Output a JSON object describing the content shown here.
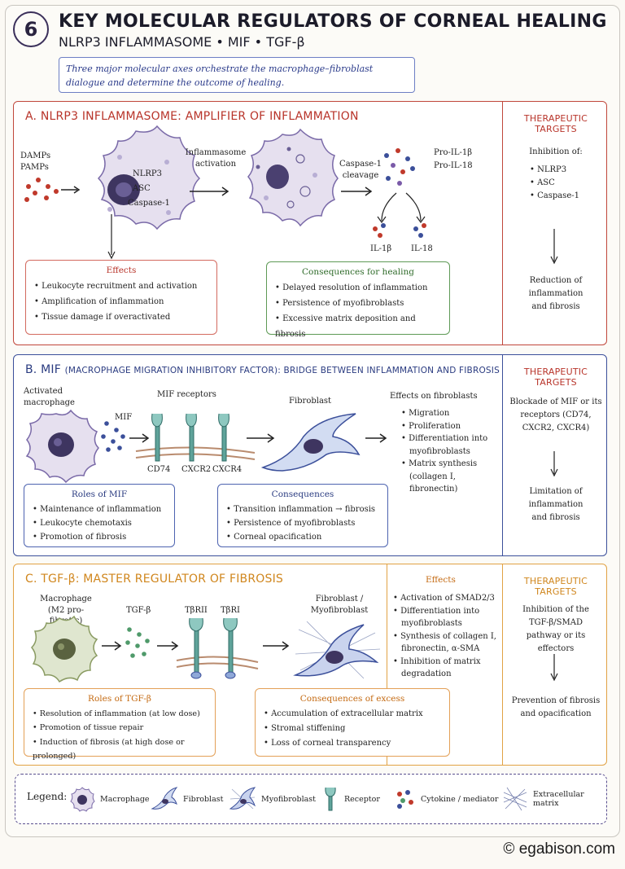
{
  "header": {
    "number": "6",
    "title": "KEY MOLECULAR REGULATORS OF CORNEAL HEALING",
    "subtitle": "NLRP3 INFLAMMASOME • MIF • TGF-β",
    "intro": "Three major molecular axes orchestrate the macrophage–fibroblast dialogue and determine the outcome of healing."
  },
  "section_a": {
    "title": "A. NLRP3 INFLAMMASOME: AMPLIFIER OF INFLAMMATION",
    "inputs": [
      "DAMPs",
      "PAMPs"
    ],
    "cell_labels": [
      "NLRP3",
      "ASC",
      "Caspase-1"
    ],
    "step1": "Inflammasome activation",
    "step2": "Caspase-1 cleavage",
    "pro_cytokines": [
      "Pro-IL-1β",
      "Pro-IL-18"
    ],
    "products": [
      "IL-1β",
      "IL-18"
    ],
    "effects_title": "Effects",
    "effects": [
      "Leukocyte recruitment and activation",
      "Amplification of inflammation",
      "Tissue damage if overactivated"
    ],
    "consequences_title": "Consequences for healing",
    "consequences": [
      "Delayed resolution of inflammation",
      "Persistence of myofibroblasts",
      "Excessive matrix deposition and fibrosis"
    ],
    "targets_title": "THERAPEUTIC TARGETS",
    "targets_intro": "Inhibition of:",
    "targets": [
      "NLRP3",
      "ASC",
      "Caspase-1"
    ],
    "targets_outcome": "Reduction of inflammation and fibrosis"
  },
  "section_b": {
    "title_main": "B. MIF",
    "title_paren": "(MACROPHAGE MIGRATION INHIBITORY FACTOR)",
    "title_rest": ": BRIDGE BETWEEN INFLAMMATION AND FIBROSIS",
    "macrophage": "Activated macrophage",
    "mif": "MIF",
    "receptors_title": "MIF receptors",
    "receptors": [
      "CD74",
      "CXCR2",
      "CXCR4"
    ],
    "fibroblast": "Fibroblast",
    "effects_title": "Effects on fibroblasts",
    "effects": [
      "Migration",
      "Proliferation",
      "Differentiation into myofibroblasts",
      "Matrix synthesis (collagen I, fibronectin)"
    ],
    "roles_title": "Roles of MIF",
    "roles": [
      "Maintenance of inflammation",
      "Leukocyte chemotaxis",
      "Promotion of fibrosis"
    ],
    "consequences_title": "Consequences",
    "consequences": [
      "Transition inflammation → fibrosis",
      "Persistence of myofibroblasts",
      "Corneal opacification"
    ],
    "targets_title": "THERAPEUTIC TARGETS",
    "targets_text": "Blockade of MIF or its receptors (CD74, CXCR2, CXCR4)",
    "targets_outcome": "Limitation of inflammation and fibrosis"
  },
  "section_c": {
    "title": "C. TGF-β: MASTER REGULATOR OF FIBROSIS",
    "macrophage": "Macrophage (M2 pro-fibrotic)",
    "ligand": "TGF-β",
    "receptors": [
      "TβRII",
      "TβRI"
    ],
    "fibroblast": "Fibroblast / Myofibroblast",
    "effects_title": "Effects",
    "effects": [
      "Activation of SMAD2/3",
      "Differentiation into myofibroblasts",
      "Synthesis of collagen I, fibronectin, α-SMA",
      "Inhibition of matrix degradation"
    ],
    "roles_title": "Roles of TGF-β",
    "roles": [
      "Resolution of inflammation (at low dose)",
      "Promotion of tissue repair",
      "Induction of fibrosis (at high dose or prolonged)"
    ],
    "consequences_title": "Consequences of excess",
    "consequences": [
      "Accumulation of extracellular matrix",
      "Stromal stiffening",
      "Loss of corneal transparency"
    ],
    "targets_title": "THERAPEUTIC TARGETS",
    "targets_text": "Inhibition of the TGF-β/SMAD pathway or its effectors",
    "targets_outcome": "Prevention of fibrosis and opacification"
  },
  "legend": {
    "title": "Legend:",
    "items": [
      "Macrophage",
      "Fibroblast",
      "Myofibroblast",
      "Receptor",
      "Cytokine / mediator",
      "Extracellular matrix"
    ]
  },
  "credit": "© egabison.com",
  "colors": {
    "red": "#c0473b",
    "blue": "#3b4f9a",
    "orange": "#e1a244",
    "purple": "#6e5a9a"
  }
}
